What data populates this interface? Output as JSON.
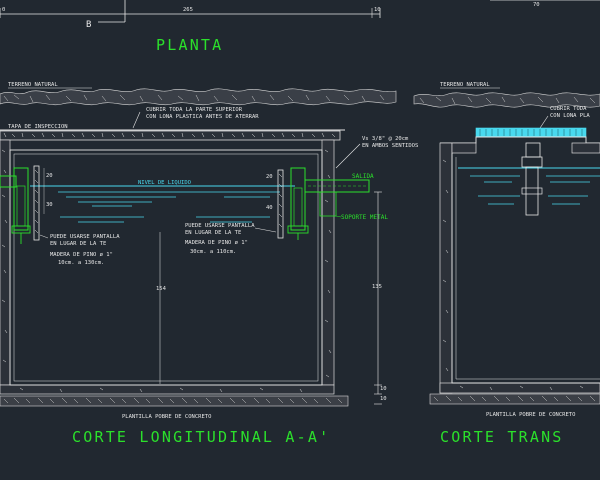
{
  "top": {
    "dim_left": "0",
    "dim_mid": "265",
    "dim_right": "10",
    "dim_right2": "70",
    "section_mark": "B"
  },
  "titles": {
    "planta": "PLANTA",
    "corte_long": "CORTE LONGITUDINAL A-A'",
    "corte_trans": "CORTE TRANS"
  },
  "labels": {
    "terreno_left": "TERRENO NATURAL",
    "terreno_right": "TERRENO NATURAL",
    "cubrir_1": "CUBRIR TODA LA PARTE SUPERIOR",
    "cubrir_2": "CON LONA PLASTICA ANTES DE ATERRAR",
    "cubrir_r1": "CUBRIR TODA",
    "cubrir_r2": "CON LONA PLA",
    "tapa": "TAPA DE INSPECCION",
    "varilla_1": "Vs 3/8\" @ 20cm",
    "varilla_2": "EN AMBOS SENTIDOS",
    "nivel": "NIVEL DE LIQUIDO",
    "salida": "SALIDA",
    "soporte": "SOPORTE METAL",
    "pantalla_l1": "PUEDE USARSE PANTALLA",
    "pantalla_l2": "EN LUGAR DE LA TE",
    "madera_l1": "MADERA DE PINO ø 1\"",
    "madera_l2": "10cm. a 130cm.",
    "pantalla_r1": "PUEDE USARSE PANTALLA",
    "pantalla_r2": "EN LUGAR DE LA TE",
    "madera_r1": "MADERA DE PINO ø 1\"",
    "madera_r2": "30cm. a 110cm.",
    "plantilla_l": "PLANTILLA POBRE DE CONCRETO",
    "plantilla_r": "PLANTILLA POBRE DE CONCRETO"
  },
  "dims": {
    "d20a": "20",
    "d30": "30",
    "d20b": "20",
    "d40": "40",
    "d154": "154",
    "d135": "135",
    "d10a": "10",
    "d10b": "10"
  },
  "colors": {
    "background": "#212830",
    "lines": "#e6e6e6",
    "water": "#49d9ee",
    "pipes": "#2be02b"
  }
}
